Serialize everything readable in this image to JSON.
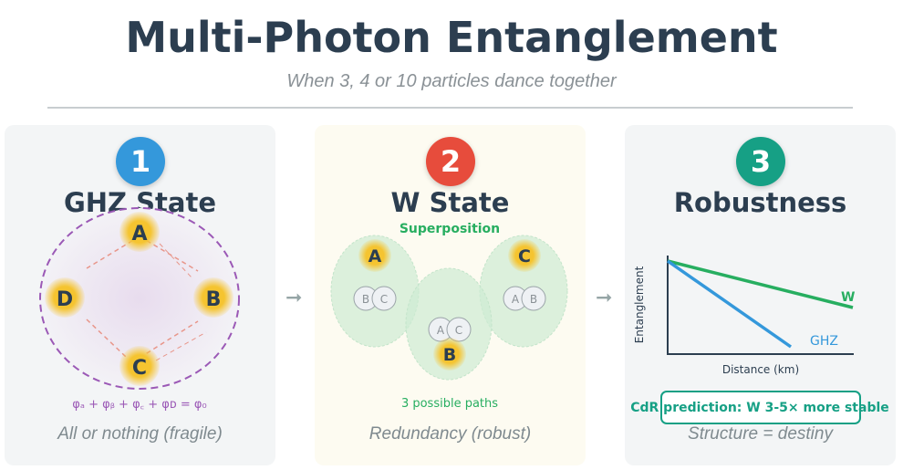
{
  "title": "Multi-Photon Entanglement",
  "subtitle": "When 3, 4 or 10 particles dance together",
  "panels": [
    {
      "number": "1",
      "title": "GHZ State",
      "color": "#3498db",
      "nodes": [
        "A",
        "B",
        "C",
        "D"
      ],
      "formula": "φₐ + φᵦ + φ꜀ + φᴅ = φ₀",
      "caption": "All or nothing (fragile)"
    },
    {
      "number": "2",
      "title": "W State",
      "color": "#e74c3c",
      "label": "Superposition",
      "groups": [
        {
          "main": "A",
          "others": [
            "B",
            "C"
          ]
        },
        {
          "main": "B",
          "others": [
            "A",
            "C"
          ]
        },
        {
          "main": "C",
          "others": [
            "A",
            "B"
          ]
        }
      ],
      "note": "3 possible paths",
      "caption": "Redundancy (robust)"
    },
    {
      "number": "3",
      "title": "Robustness",
      "color": "#16a085",
      "ylabel": "Entanglement",
      "xlabel": "Distance (km)",
      "series": [
        {
          "name": "W",
          "color": "#27ae60"
        },
        {
          "name": "GHZ",
          "color": "#3498db"
        }
      ],
      "prediction": "CdR prediction: W 3-5× more stable",
      "caption": "Structure = destiny"
    }
  ],
  "arrow": "➞"
}
